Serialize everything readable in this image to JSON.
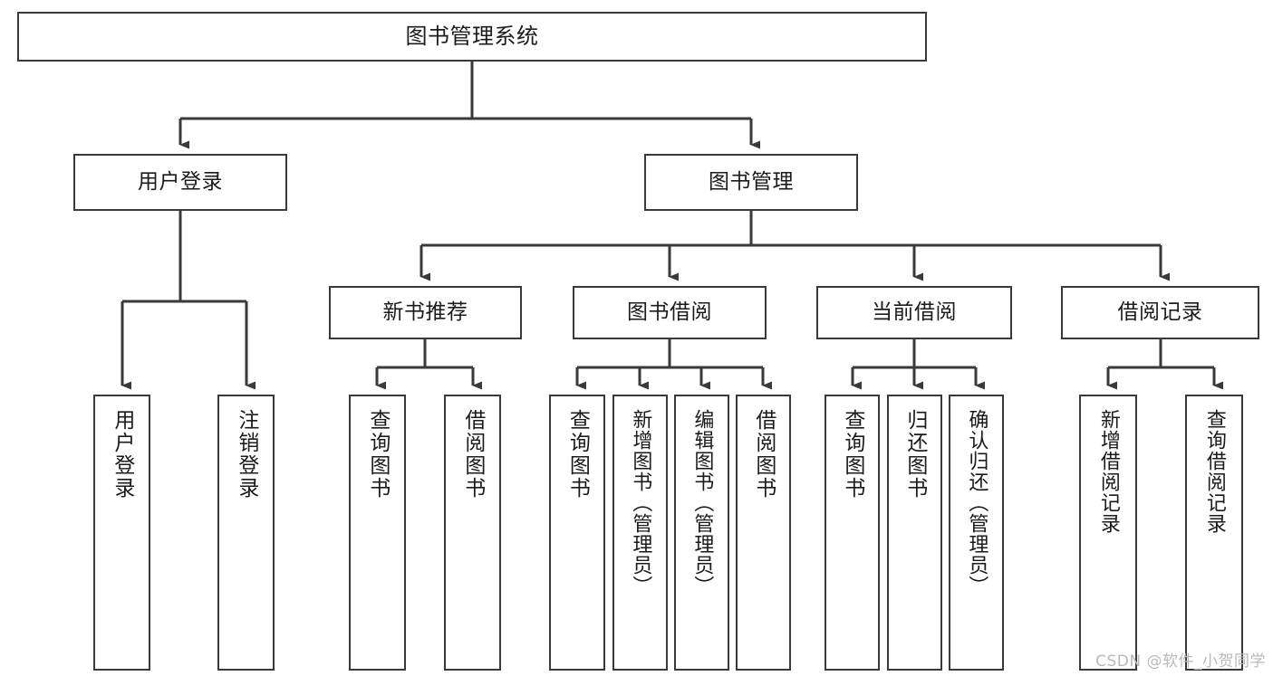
{
  "diagram": {
    "title": "图书管理系统",
    "type": "tree",
    "colors": {
      "stroke": "#3a3a3a",
      "box_fill": "#ffffff",
      "text": "#1b1b1b",
      "watermark": "#b9b9b9",
      "background": "#ffffff"
    },
    "watermark": "CSDN @软件_小贺同学",
    "nodes": {
      "root": {
        "label": "图书管理系统",
        "level": 0
      },
      "level2": [
        {
          "id": "user-login",
          "label": "用户登录"
        },
        {
          "id": "book-manage",
          "label": "图书管理"
        }
      ],
      "level3": [
        {
          "id": "new-book-rec",
          "label": "新书推荐",
          "parent": "book-manage"
        },
        {
          "id": "book-borrow",
          "label": "图书借阅",
          "parent": "book-manage"
        },
        {
          "id": "current-borrow",
          "label": "当前借阅",
          "parent": "book-manage"
        },
        {
          "id": "borrow-record",
          "label": "借阅记录",
          "parent": "book-manage"
        }
      ],
      "leaves": [
        {
          "id": "leaf-user-login",
          "label": "用户登录",
          "parent": "user-login"
        },
        {
          "id": "leaf-user-logout",
          "label": "注销登录",
          "parent": "user-login"
        },
        {
          "id": "leaf-query-book-1",
          "label": "查询图书",
          "parent": "new-book-rec"
        },
        {
          "id": "leaf-borrow-book-1",
          "label": "借阅图书",
          "parent": "new-book-rec"
        },
        {
          "id": "leaf-query-book-2",
          "label": "查询图书",
          "parent": "book-borrow"
        },
        {
          "id": "leaf-add-book",
          "label": "新增图书（管理员）",
          "parent": "book-borrow"
        },
        {
          "id": "leaf-edit-book",
          "label": "编辑图书（管理员）",
          "parent": "book-borrow"
        },
        {
          "id": "leaf-borrow-book-2",
          "label": "借阅图书",
          "parent": "book-borrow"
        },
        {
          "id": "leaf-query-book-3",
          "label": "查询图书",
          "parent": "current-borrow"
        },
        {
          "id": "leaf-return-book",
          "label": "归还图书",
          "parent": "current-borrow"
        },
        {
          "id": "leaf-confirm-return",
          "label": "确认归还（管理员）",
          "parent": "current-borrow"
        },
        {
          "id": "leaf-add-record",
          "label": "新增借阅记录",
          "parent": "borrow-record"
        },
        {
          "id": "leaf-query-record",
          "label": "查询借阅记录",
          "parent": "borrow-record"
        }
      ]
    }
  }
}
